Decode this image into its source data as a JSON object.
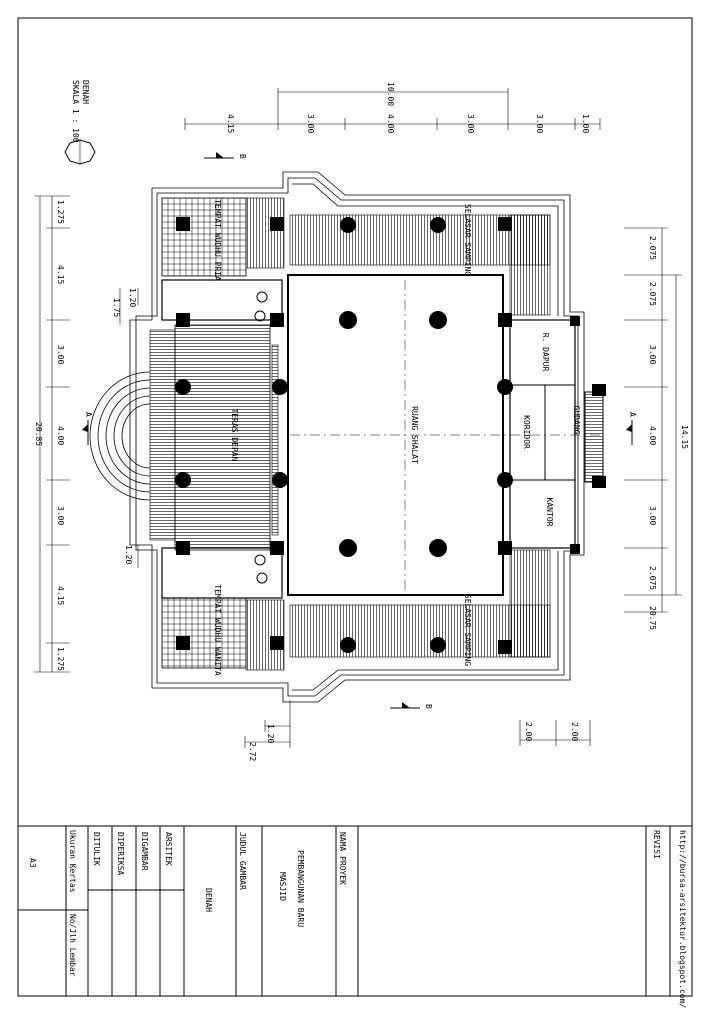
{
  "plan": {
    "title": "DENAH",
    "scale": "SKALA 1 : 100",
    "section_a": "A",
    "section_b": "B",
    "top_total": "10.00",
    "top_dims": [
      "4.15",
      "3.00",
      "4.00",
      "3.00",
      "3.00",
      "1.00"
    ],
    "left_total": "20.85",
    "left_dims": [
      "1.275",
      "4.15",
      "3.00",
      "4.00",
      "3.00",
      "4.15",
      "1.275"
    ],
    "left_small": [
      "1.75",
      "1.20",
      "1.20"
    ],
    "right_total": "14.15",
    "right_dims": [
      "2.075",
      "2.075",
      "3.00",
      "4.00",
      "3.00",
      "2.075",
      "20.75"
    ],
    "bottom_dims": [
      "1.20",
      "2.72",
      "2.00",
      "2.00"
    ],
    "rooms": {
      "main_hall": "RUANG SHALAT",
      "b_dapur": "R. DAPUR",
      "gudang": "GUDANG",
      "koridor": "KORIDOR",
      "kantor": "KANTOR",
      "teras": "TERAS DEPAN",
      "wudhu_pria": "TEMPAT WUDHU PRIA",
      "wudhu_wanita": "TEMPAT WUDHU WANITA",
      "selasar_1": "SELASAR SAMPING",
      "selasar_2": "SELASAR SAMPING"
    }
  },
  "title_block": {
    "url": "http://bursa-arsitektur.blogspot.com/",
    "revisi": "REVISI",
    "nama_proyek_label": "NAMA PROYEK",
    "project_line1": "PEMBANGUNAN BARU",
    "project_line2": "MASJID",
    "judul_label": "JUDUL GAMBAR",
    "judul_value": "DENAH",
    "arsitek": "ARSITEK",
    "digambar": "DIGAMBAR",
    "diperiksa": "DIPERIKSA",
    "ditulik": "DITULIK",
    "paper_label": "Ukuran Kertas",
    "paper_value": "A3",
    "sheet_label": "No/Jlh Lembar"
  }
}
